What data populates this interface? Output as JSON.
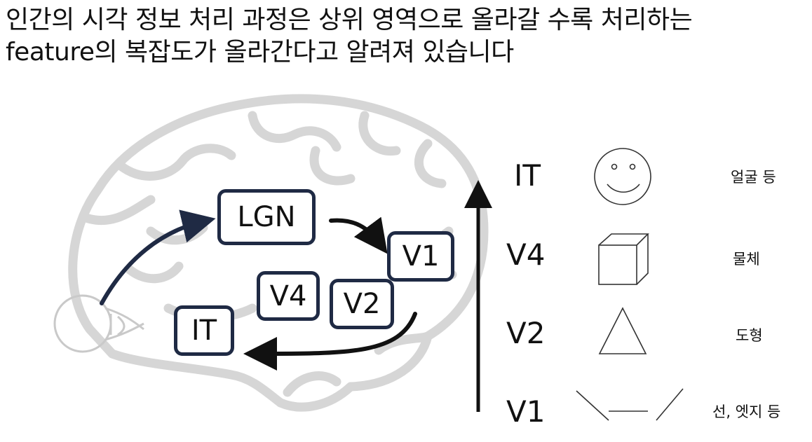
{
  "title": {
    "line1": "인간의 시각 정보 처리 과정은 상위 영역으로 올라갈 수록 처리하는",
    "line2": "feature의 복잡도가 올라간다고 알려져 있습니다"
  },
  "brain_regions": [
    "LGN",
    "V1",
    "V2",
    "V4",
    "IT"
  ],
  "hierarchy": [
    {
      "level": "IT",
      "feature": "얼굴 등",
      "icon": "face-icon"
    },
    {
      "level": "V4",
      "feature": "물체",
      "icon": "cube-icon"
    },
    {
      "level": "V2",
      "feature": "도형",
      "icon": "triangle-icon"
    },
    {
      "level": "V1",
      "feature": "선, 엣지 등",
      "icon": "lines-icon"
    }
  ],
  "colors": {
    "box_border": "#1f2a44",
    "arrow_navy": "#1f2a44",
    "brain_outline": "#d6d6d6",
    "text": "#111111"
  }
}
